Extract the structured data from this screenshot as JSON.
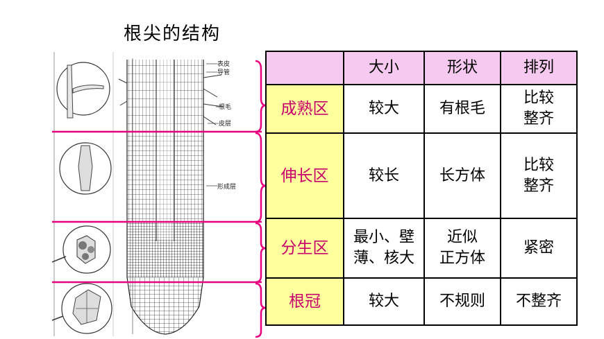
{
  "title": "根尖的结构",
  "colors": {
    "header_bg": "#f6c9f0",
    "zone_bg": "#ffff9e",
    "zone_text": "#c8006e",
    "divider": "#e6007e"
  },
  "diagram": {
    "labels": [
      "表皮",
      "导管",
      "根毛",
      "皮层",
      "形成层"
    ]
  },
  "table": {
    "headers": [
      "",
      "大小",
      "形状",
      "排列"
    ],
    "rows": [
      {
        "zone": "成熟区",
        "size": "较大",
        "shape": "有根毛",
        "arrangement": [
          "比较",
          "整齐"
        ]
      },
      {
        "zone": "伸长区",
        "size": "较长",
        "shape": "长方体",
        "arrangement": [
          "比较",
          "整齐"
        ]
      },
      {
        "zone": "分生区",
        "size": [
          "最小、壁",
          "薄、核大"
        ],
        "shape": [
          "近似",
          "正方体"
        ],
        "arrangement": "紧密"
      },
      {
        "zone": "根冠",
        "size": "较大",
        "shape": "不规则",
        "arrangement": "不整齐"
      }
    ]
  }
}
